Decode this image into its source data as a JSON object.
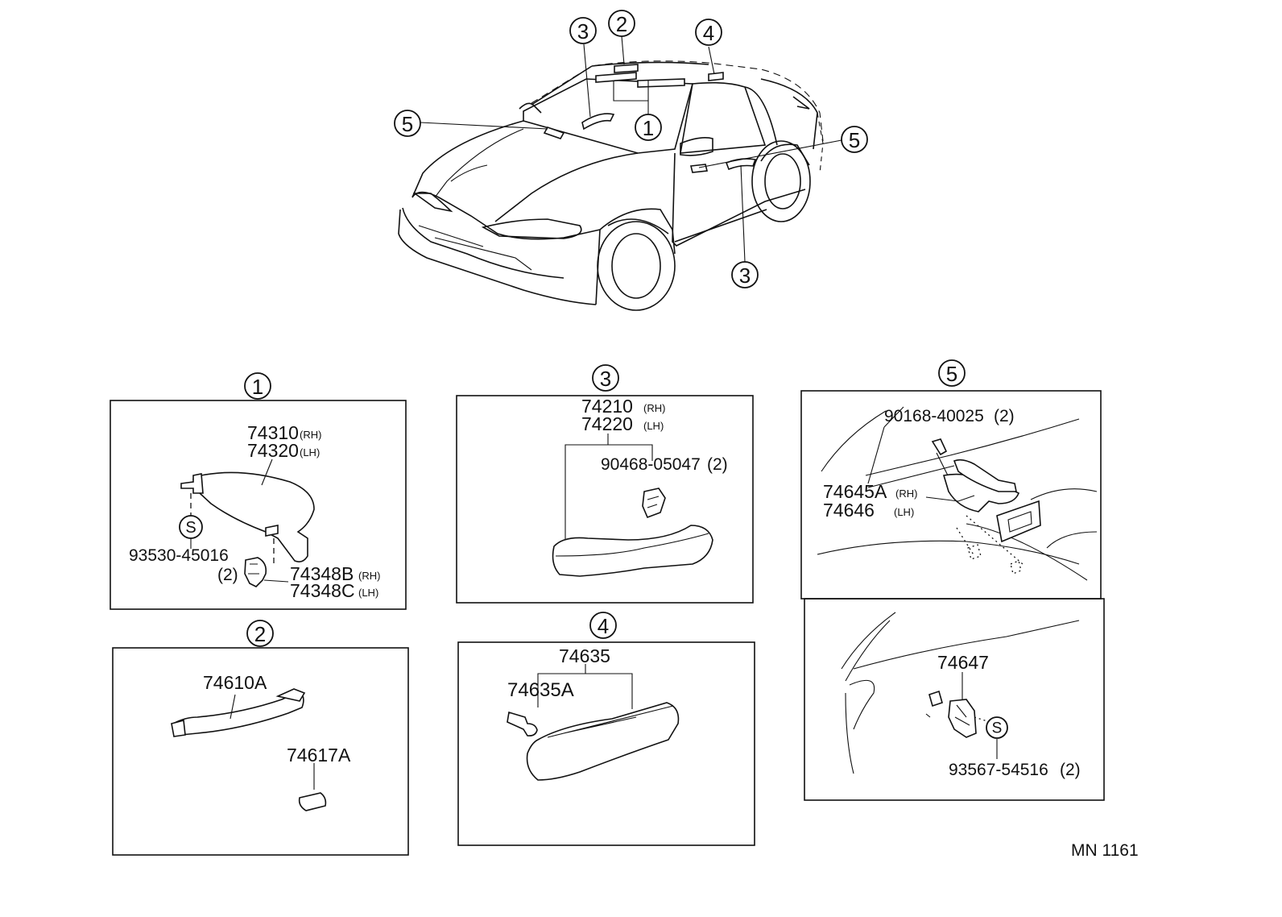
{
  "callouts": {
    "c1": "1",
    "c2": "2",
    "c3": "3",
    "c4": "4",
    "c5": "5"
  },
  "panel1": {
    "visor_rh": "74310",
    "visor_rh_side": "(RH)",
    "visor_lh": "74320",
    "visor_lh_side": "(LH)",
    "screw_mark": "S",
    "screw": "93530-45016",
    "holder_qty": "(2)",
    "holder_rh": "74348B",
    "holder_rh_side": "(RH)",
    "holder_lh": "74348C",
    "holder_lh_side": "(LH)"
  },
  "panel2": {
    "grip": "74610A",
    "plug": "74617A"
  },
  "panel3": {
    "grip_rh": "74210",
    "grip_rh_side": "(RH)",
    "grip_lh": "74220",
    "grip_lh_side": "(LH)",
    "clip": "90468-05047",
    "clip_qty": "(2)"
  },
  "panel4": {
    "lamp": "74635",
    "lamp_screw": "74635A"
  },
  "panel5": {
    "screw": "90168-40025",
    "screw_qty": "(2)",
    "hook_rh": "74645A",
    "hook_rh_side": "(RH)",
    "hook_lh": "74646",
    "hook_lh_side": "(LH)",
    "clip": "74647",
    "screw_mark": "S",
    "screw2": "93567-54516",
    "screw2_qty": "(2)"
  },
  "footer": {
    "code": "MN  1161"
  }
}
